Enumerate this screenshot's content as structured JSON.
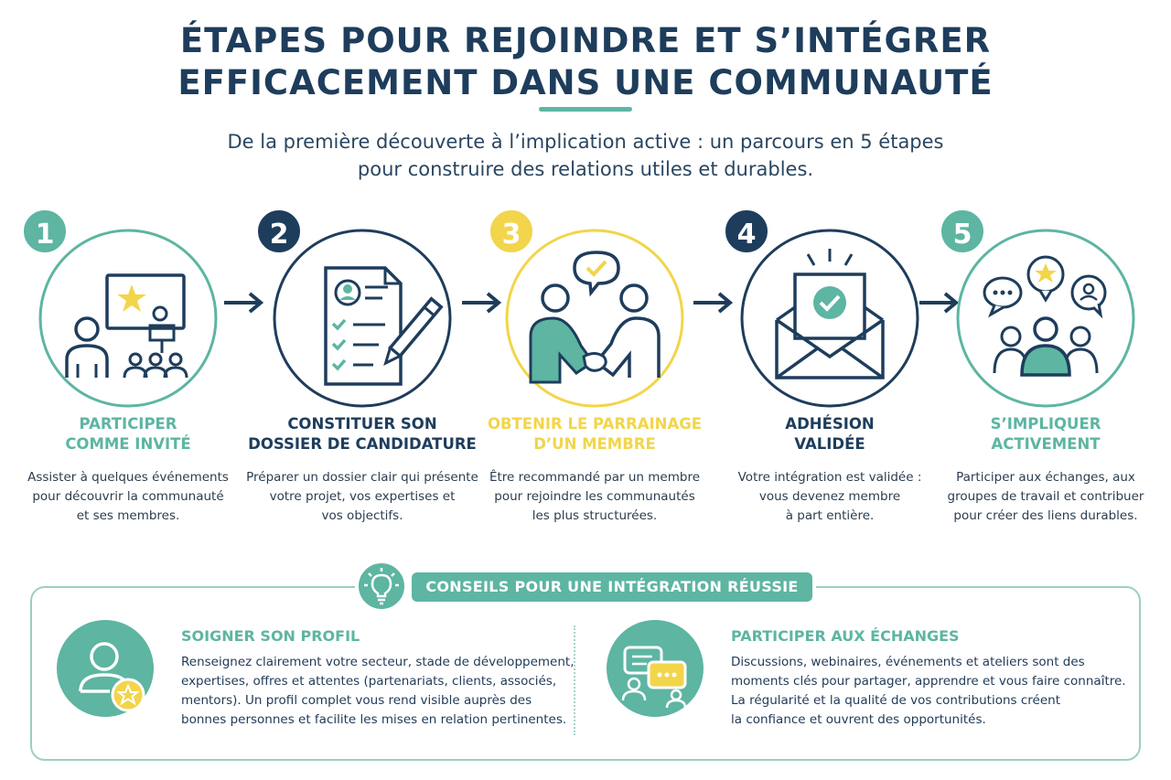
{
  "title": {
    "line1": "ÉTAPES POUR REJOINDRE ET S’INTÉGRER",
    "line2": "EFFICACEMENT DANS UNE COMMUNAUTÉ"
  },
  "subtitle": {
    "line1": "De la première découverte à l’implication active : un parcours en 5 étapes",
    "line2": "pour construire des relations utiles et durables."
  },
  "colors": {
    "teal": "#5db5a2",
    "navy": "#1e3d5c",
    "yellow": "#f2d54a"
  },
  "steps": [
    {
      "number": "1",
      "title1": "PARTICIPER",
      "title2": "COMME INVITÉ",
      "desc1": "Assister à quelques événements",
      "desc2": "pour découvrir la communauté",
      "desc3": "et ses membres.",
      "color": "#5db5a2",
      "icon": "presentation-audience-icon"
    },
    {
      "number": "2",
      "title1": "CONSTITUER SON",
      "title2": "DOSSIER DE CANDIDATURE",
      "desc1": "Préparer un dossier clair qui présente",
      "desc2": "votre projet, vos expertises et",
      "desc3": "vos objectifs.",
      "color": "#1e3d5c",
      "icon": "application-form-icon"
    },
    {
      "number": "3",
      "title1": "OBTENIR LE PARRAINAGE",
      "title2": "D’UN MEMBRE",
      "desc1": "Être recommandé par un membre",
      "desc2": "pour rejoindre les communautés",
      "desc3": "les plus structurées.",
      "color": "#f2d54a",
      "icon": "handshake-icon"
    },
    {
      "number": "4",
      "title1": "ADHÉSION",
      "title2": "VALIDÉE",
      "desc1": "Votre intégration est validée :",
      "desc2": "vous devenez membre",
      "desc3": "à part entière.",
      "color": "#1e3d5c",
      "icon": "envelope-check-icon"
    },
    {
      "number": "5",
      "title1": "S’IMPLIQUER",
      "title2": "ACTIVEMENT",
      "desc1": "Participer aux échanges, aux",
      "desc2": "groupes de travail et contribuer",
      "desc3": "pour créer des liens durables.",
      "color": "#5db5a2",
      "icon": "community-chat-icon"
    }
  ],
  "tips": {
    "header": "CONSEILS POUR UNE INTÉGRATION RÉUSSIE",
    "items": [
      {
        "title": "SOIGNER SON PROFIL",
        "lines": [
          "Renseignez clairement votre secteur, stade de développement,",
          "expertises, offres et attentes (partenariats, clients, associés,",
          "mentors). Un profil complet vous rend visible auprès des",
          "bonnes personnes et facilite les mises en relation pertinentes."
        ],
        "icon": "profile-star-icon"
      },
      {
        "title": "PARTICIPER AUX ÉCHANGES",
        "lines": [
          "Discussions, webinaires, événements et ateliers sont des",
          "moments clés pour partager, apprendre et vous faire connaître.",
          "La régularité et la qualité de vos contributions créent",
          "la confiance et ouvrent des opportunités."
        ],
        "icon": "chat-bubbles-icon"
      }
    ]
  }
}
